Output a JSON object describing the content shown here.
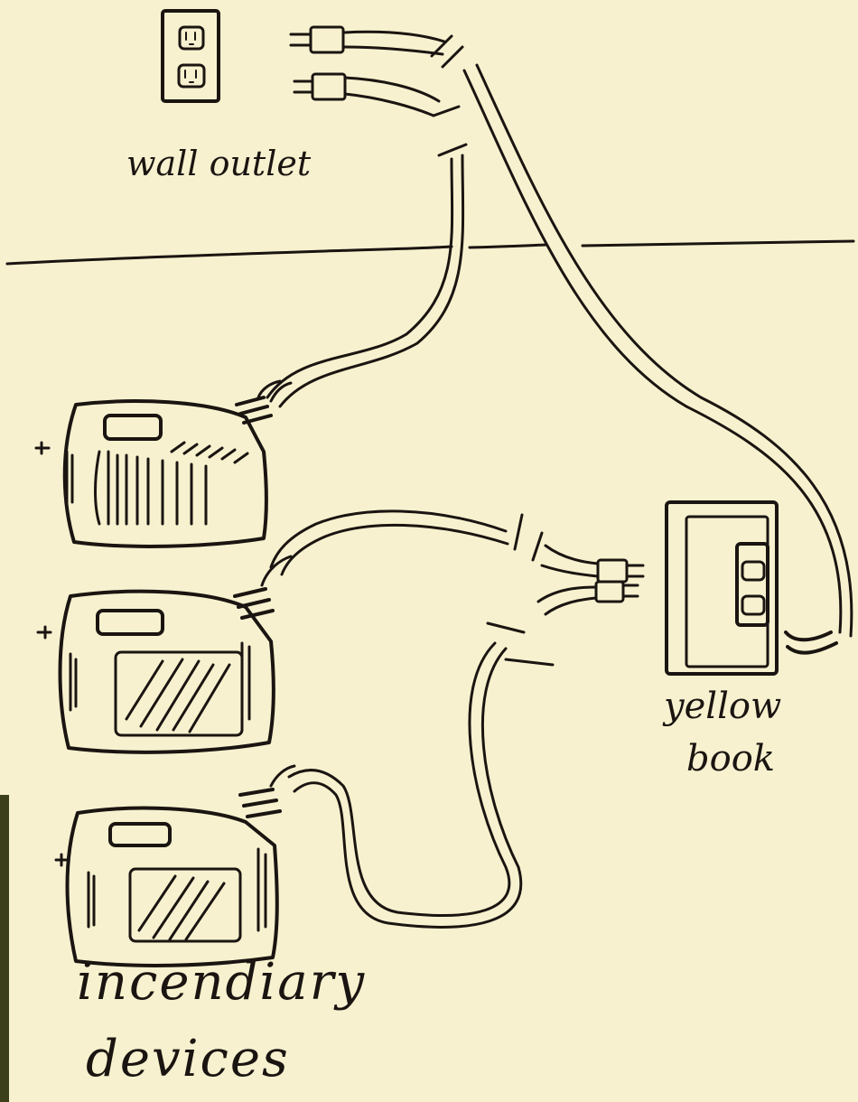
{
  "labels": {
    "wall_outlet": "wall outlet",
    "yellow": "yellow",
    "book": "book",
    "incendiary": "incendiary",
    "devices": "devices"
  },
  "colors": {
    "paper": "#f7f1cf",
    "ink": "#1a1511"
  }
}
